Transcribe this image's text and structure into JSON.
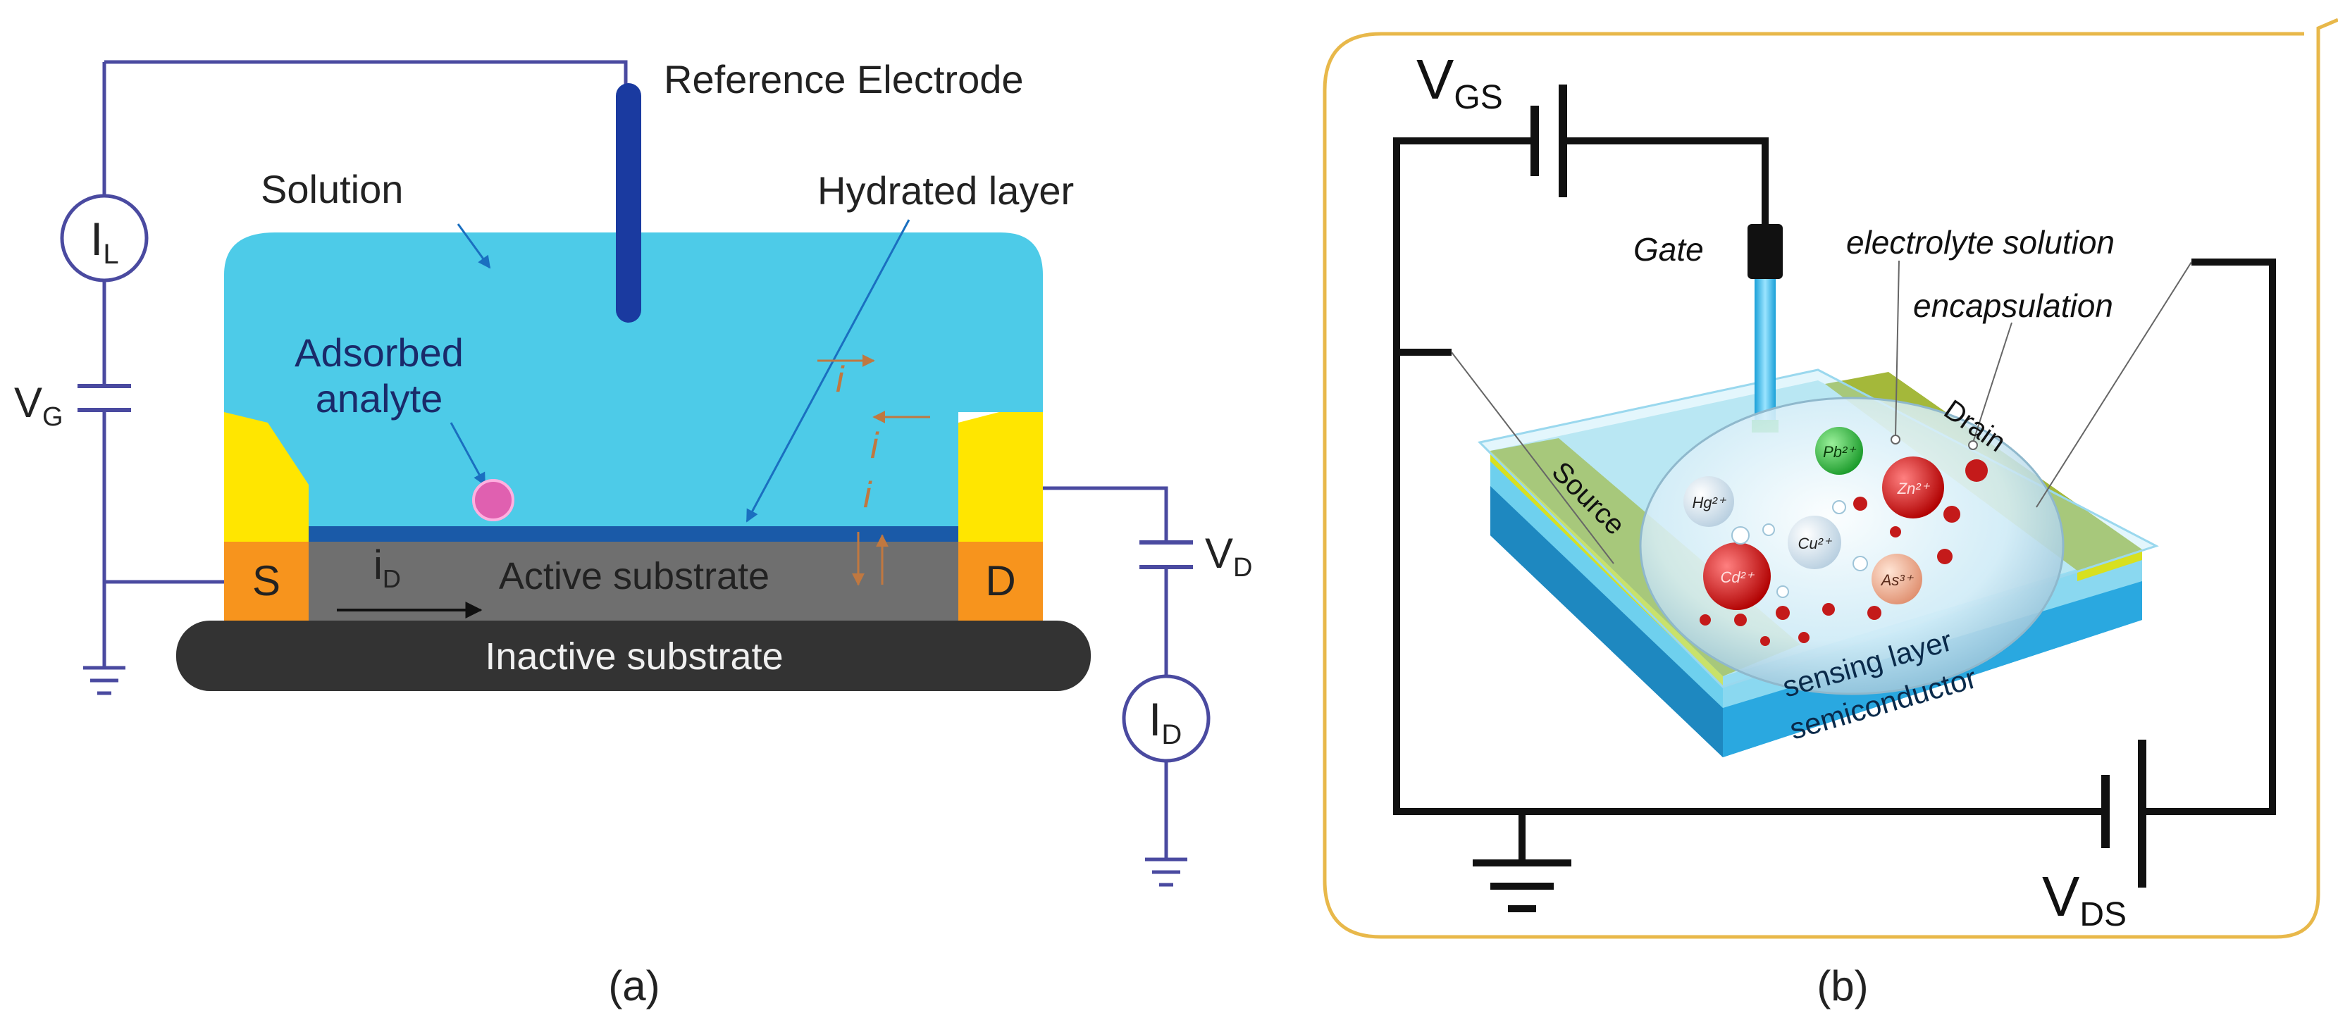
{
  "panel_a": {
    "caption": "(a)",
    "reference_electrode": "Reference Electrode",
    "solution": "Solution",
    "hydrated_layer": "Hydrated layer",
    "adsorbed_line1": "Adsorbed",
    "adsorbed_line2": "analyte",
    "il_main": "I",
    "il_sub": "L",
    "vg_main": "V",
    "vg_sub": "G",
    "vd_main": "V",
    "vd_sub": "D",
    "id_meter_main": "I",
    "id_meter_sub": "D",
    "source_label": "S",
    "drain_label": "D",
    "id_current_main": "i",
    "id_current_sub": "D",
    "active_substrate": "Active substrate",
    "inactive_substrate": "Inactive substrate",
    "ion_label": "i"
  },
  "panel_b": {
    "caption": "(b)",
    "vgs_main": "V",
    "vgs_sub": "GS",
    "vds_main": "V",
    "vds_sub": "DS",
    "gate": "Gate",
    "electrolyte_solution": "electrolyte solution",
    "encapsulation": "encapsulation",
    "source": "Source",
    "drain": "Drain",
    "sensing_layer": "sensing layer",
    "semiconductor": "semiconductor",
    "ions": [
      "Pb²⁺",
      "Hg²⁺",
      "Zn²⁺",
      "Cu²⁺",
      "Cd²⁺",
      "As³⁺"
    ]
  },
  "colors": {
    "wire_a": "#4a4aa0",
    "solution": "#4dcbe8",
    "electrode": "#1a3aa0",
    "gold_contact": "#ffe600",
    "source_drain_orange": "#f7941d",
    "active_substrate": "#6f6f6f",
    "inactive_substrate": "#333333",
    "hydrated_layer": "#1a5aa8",
    "analyte": "#e060b0",
    "ion_arrows": "#c07840",
    "panel_b_frame": "#e8b84a",
    "electrode_green": "#a4b83a",
    "semiconductor": "#2aa0d8"
  }
}
